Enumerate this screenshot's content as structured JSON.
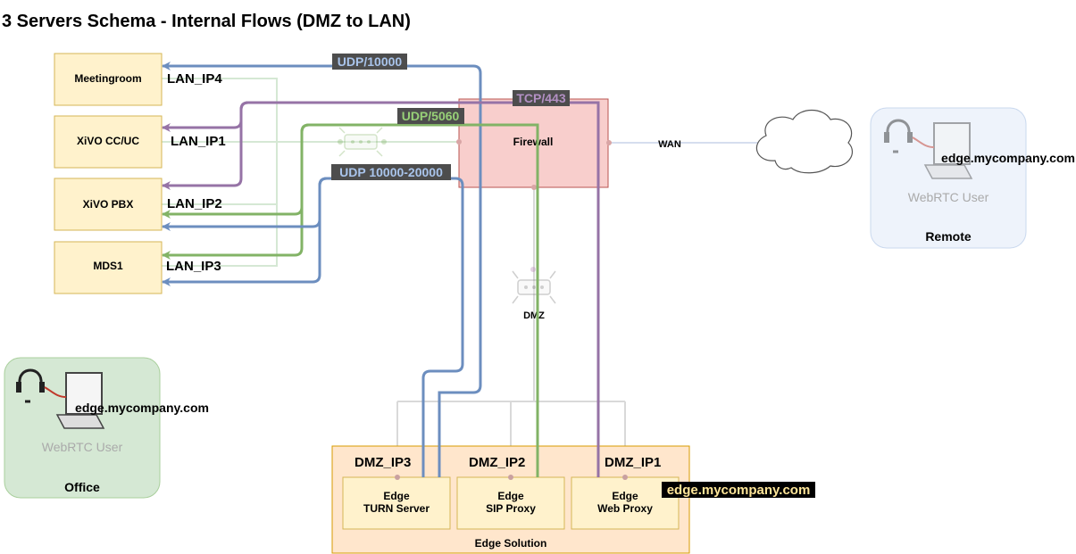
{
  "title": "3 Servers Schema - Internal Flows (DMZ to LAN)",
  "servers": {
    "meetingroom": "Meetingroom",
    "xivo_cc": "XiVO CC/UC",
    "xivo_pbx": "XiVO PBX",
    "mds1": "MDS1"
  },
  "lan_ips": {
    "ip4": "LAN_IP4",
    "ip1": "LAN_IP1",
    "ip2": "LAN_IP2",
    "ip3": "LAN_IP3"
  },
  "flows": {
    "udp10000": "UDP/10000",
    "tcp443": "TCP/443",
    "udp5060": "UDP/5060",
    "udp_range": "UDP 10000-20000"
  },
  "firewall": {
    "label": "Firewall",
    "wan": "WAN"
  },
  "dmz": {
    "label": "DMZ"
  },
  "remote": {
    "host": "edge.mycompany.com",
    "user": "WebRTC User",
    "label": "Remote"
  },
  "office": {
    "host": "edge.mycompany.com",
    "user": "WebRTC User",
    "label": "Office"
  },
  "edge": {
    "container_label": "Edge Solution",
    "dmz_ip3": "DMZ_IP3",
    "dmz_ip2": "DMZ_IP2",
    "dmz_ip1": "DMZ_IP1",
    "turn_line1": "Edge",
    "turn_line2": "TURN Server",
    "sip_line1": "Edge",
    "sip_line2": "SIP Proxy",
    "web_line1": "Edge",
    "web_line2": "Web Proxy",
    "public_host": "edge.mycompany.com"
  },
  "colors": {
    "blue": "#6c8ebf",
    "purple": "#9673a6",
    "green": "#82b366",
    "server_fill": "#fff2cc",
    "server_stroke": "#d6b656",
    "firewall_fill": "#f8cecc",
    "firewall_stroke": "#b85450",
    "edge_fill": "#ffe6cc",
    "edge_stroke": "#d79b00"
  }
}
